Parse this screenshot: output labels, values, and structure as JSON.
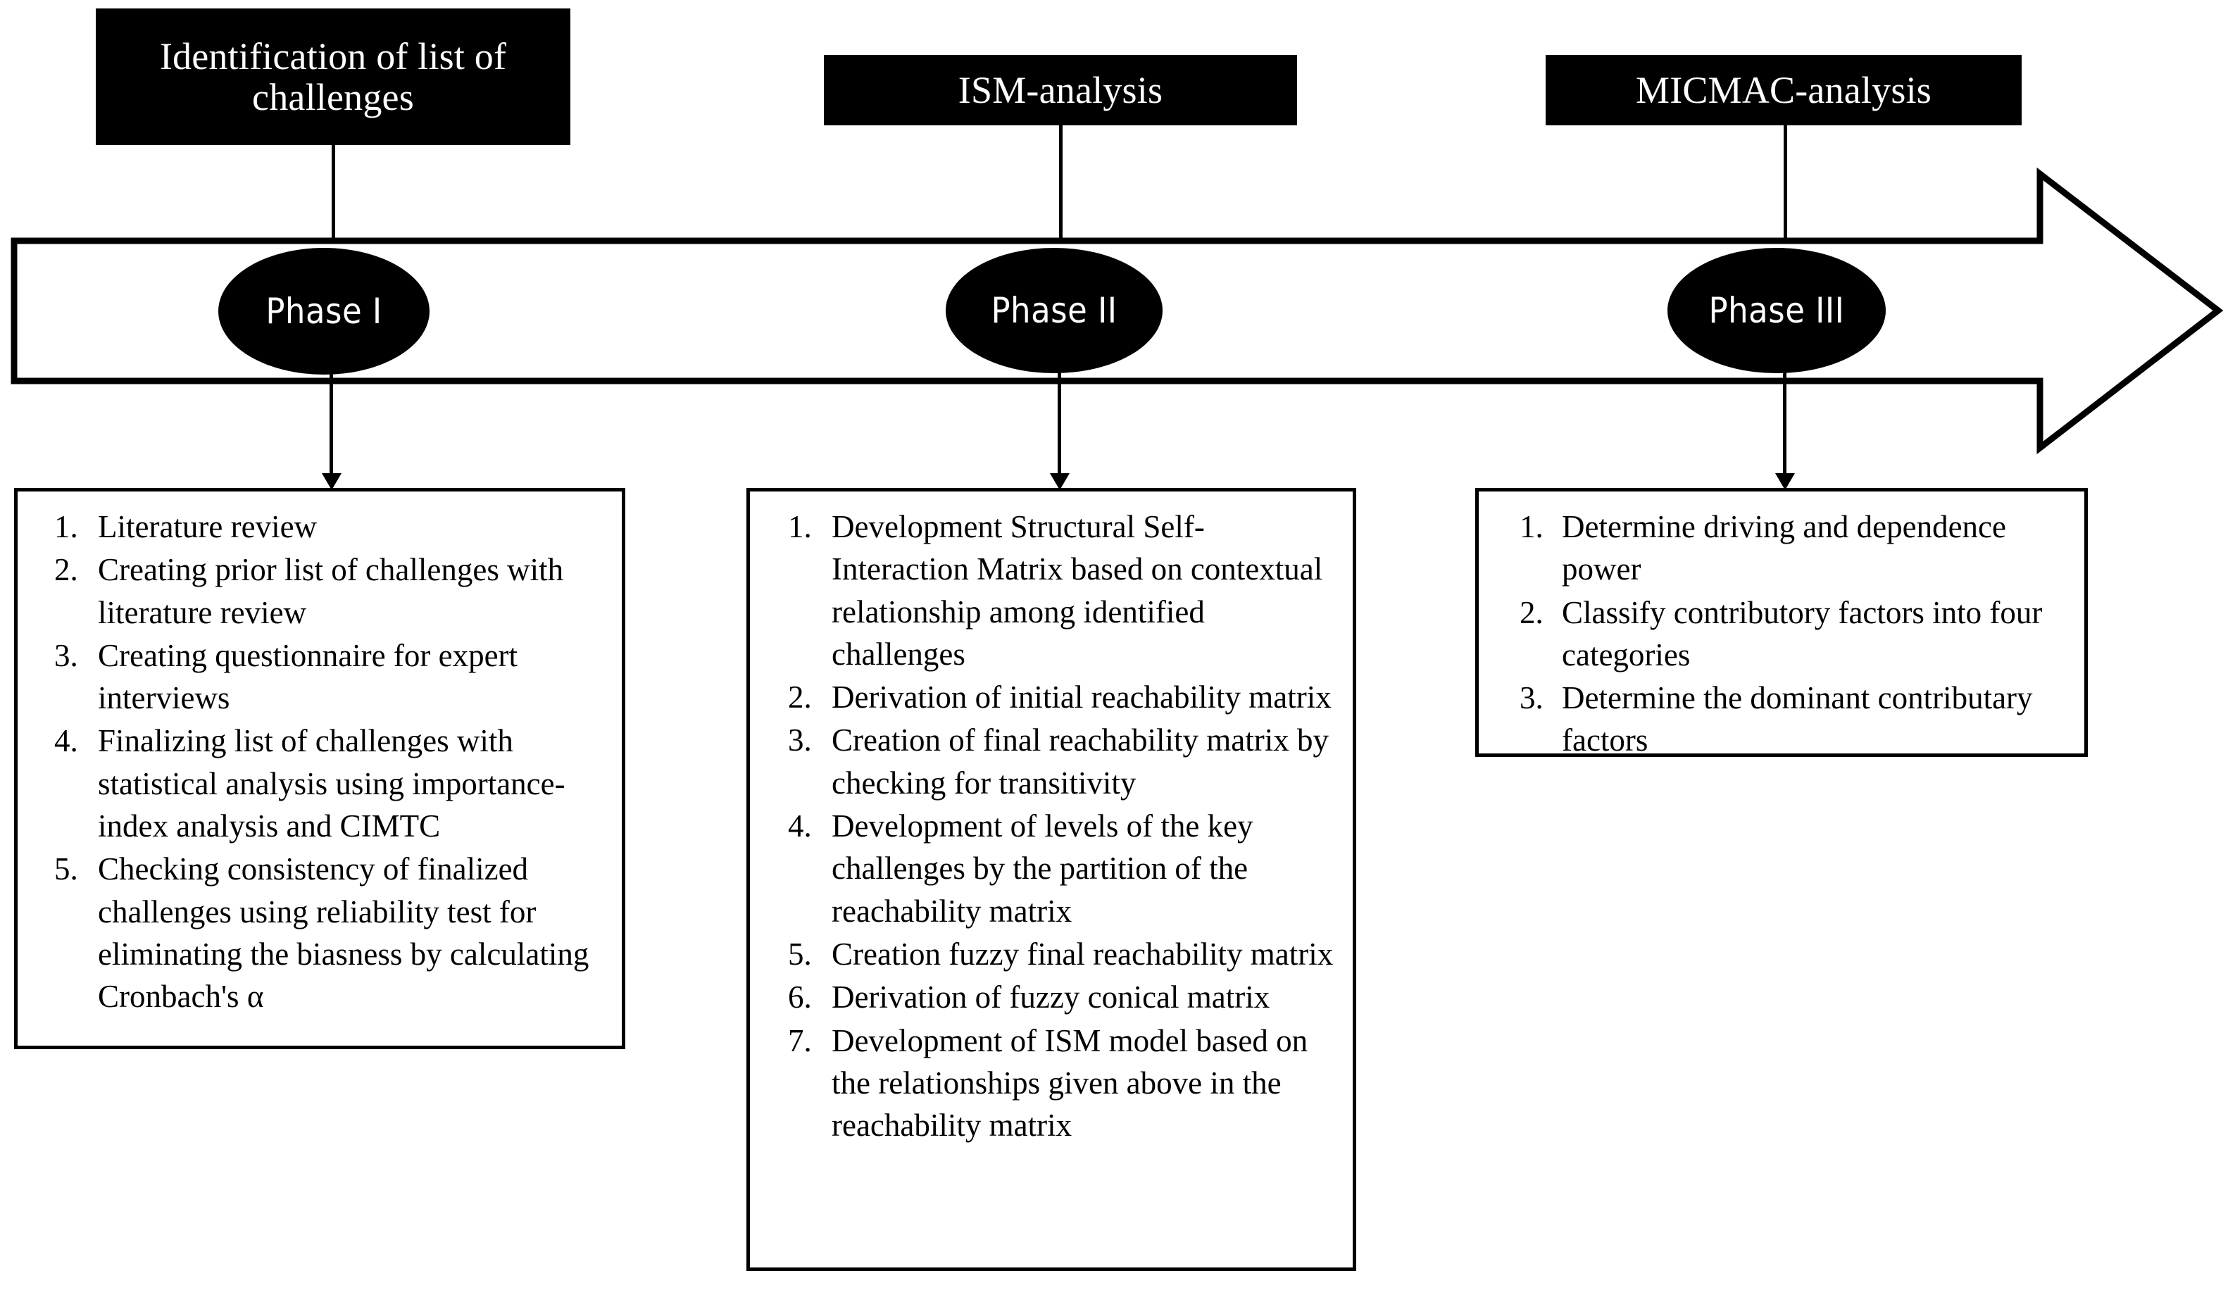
{
  "diagram": {
    "title": "Research methodology phases",
    "colors": {
      "ink": "#000000",
      "paper": "#ffffff",
      "banner_bg": "#000000",
      "banner_text": "#ffffff"
    }
  },
  "headers": [
    {
      "label": "Identification of list of challenges"
    },
    {
      "label": "ISM-analysis"
    },
    {
      "label": "MICMAC-analysis"
    }
  ],
  "phases": [
    {
      "label": "Phase I"
    },
    {
      "label": "Phase II"
    },
    {
      "label": "Phase III"
    }
  ],
  "boxes": [
    {
      "name": "phase-1-steps",
      "items": [
        {
          "num": "1.",
          "text": "Literature review"
        },
        {
          "num": "2.",
          "text": "Creating prior list of challenges with literature review"
        },
        {
          "num": "3.",
          "text": "Creating questionnaire for expert interviews"
        },
        {
          "num": "4.",
          "text": "Finalizing list of challenges with statistical analysis using importance-index analysis and CIMTC"
        },
        {
          "num": "5.",
          "text": "Checking consistency of finalized challenges using reliability test for eliminating the biasness by calculating Cronbach's α"
        }
      ]
    },
    {
      "name": "phase-2-steps",
      "items": [
        {
          "num": "1.",
          "text": "Development Structural Self-Interaction Matrix based on contextual relationship among identified challenges"
        },
        {
          "num": "2.",
          "text": "Derivation of initial reachability matrix"
        },
        {
          "num": "3.",
          "text": "Creation of final reachability matrix by checking for transitivity"
        },
        {
          "num": "4.",
          "text": "Development of levels of the key challenges by the partition of the reachability matrix"
        },
        {
          "num": "5.",
          "text": "Creation fuzzy final reachability matrix"
        },
        {
          "num": "6.",
          "text": "Derivation of fuzzy conical matrix"
        },
        {
          "num": "7.",
          "text": "Development of ISM model based on the relationships given above in the reachability matrix"
        }
      ]
    },
    {
      "name": "phase-3-steps",
      "items": [
        {
          "num": "1.",
          "text": "Determine driving and dependence power"
        },
        {
          "num": "2.",
          "text": "Classify contributory factors into four categories"
        },
        {
          "num": "3.",
          "text": "Determine the dominant contributary factors"
        }
      ]
    }
  ]
}
